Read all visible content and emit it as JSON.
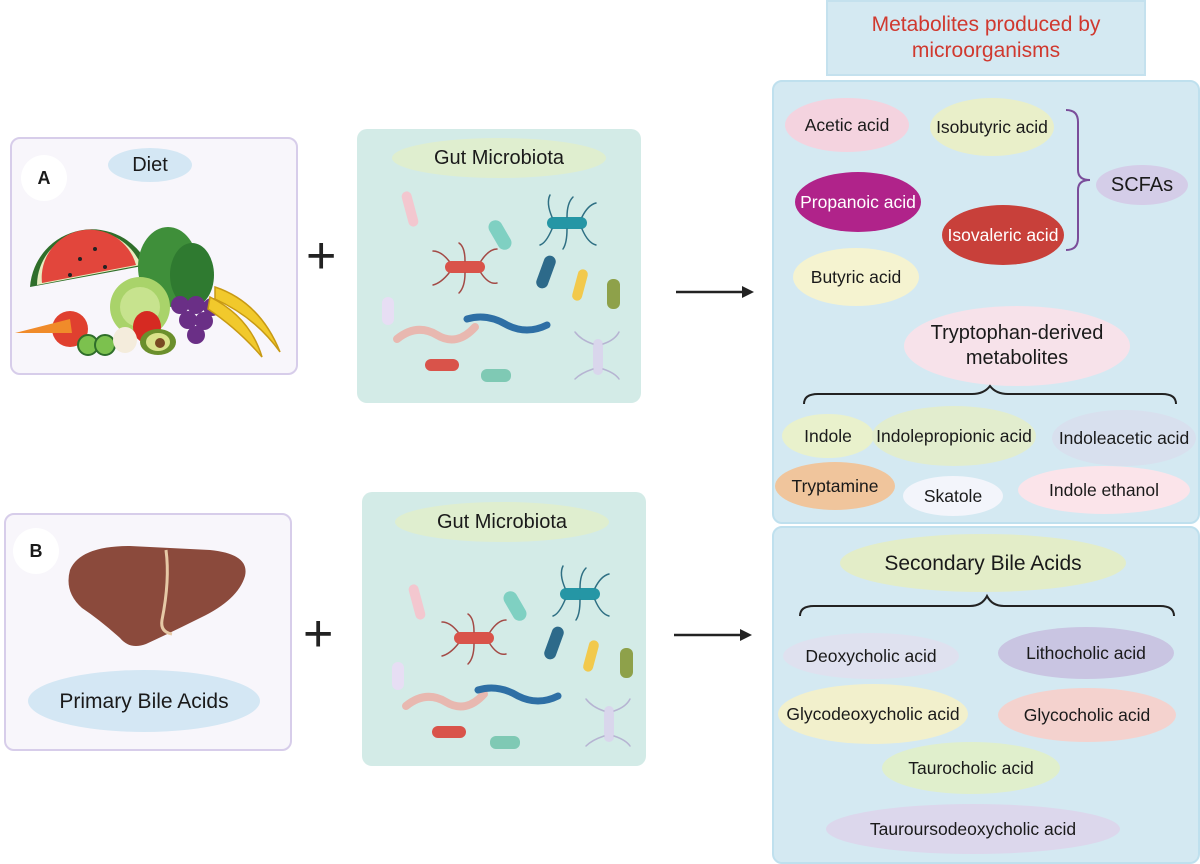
{
  "header": {
    "title": "Metabolites produced by microorganisms"
  },
  "panel_a": {
    "letter": "A",
    "source_label": "Diet",
    "microbiota_label": "Gut Microbiota",
    "scfa": {
      "items": [
        "Acetic acid",
        "Isobutyric acid",
        "Propanoic acid",
        "Isovaleric acid",
        "Butyric acid"
      ],
      "group_label": "SCFAs"
    },
    "tryptophan": {
      "title": "Tryptophan-derived metabolites",
      "items": [
        "Indole",
        "Indolepropionic acid",
        "Indoleacetic acid",
        "Tryptamine",
        "Skatole",
        "Indole ethanol"
      ]
    }
  },
  "panel_b": {
    "letter": "B",
    "source_label": "Primary Bile Acids",
    "microbiota_label": "Gut Microbiota",
    "secondary": {
      "title": "Secondary Bile Acids",
      "items": [
        "Deoxycholic acid",
        "Lithocholic acid",
        "Glycodeoxycholic acid",
        "Glycocholic acid",
        "Taurocholic acid",
        "Tauroursodeoxycholic acid"
      ]
    }
  },
  "colors": {
    "title_text": "#d0392f",
    "metabolite_panel": "#d4e9f2",
    "microbiota_panel": "#d3ebe7",
    "propanoic": "#b0238a",
    "isovaleric": "#c8403a"
  }
}
